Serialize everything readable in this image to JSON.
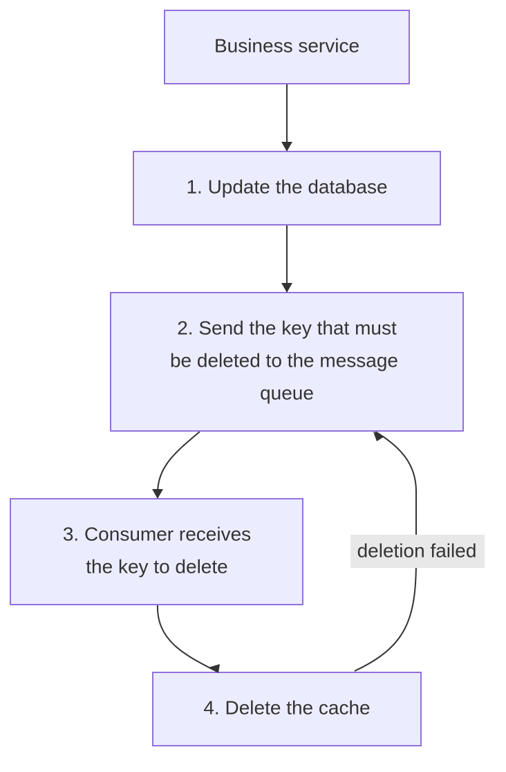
{
  "diagram": {
    "nodes": {
      "business_service": {
        "lines": [
          "Business service"
        ]
      },
      "update_db": {
        "lines": [
          "1. Update the database"
        ]
      },
      "send_key": {
        "lines": [
          "2. Send the key that must",
          "be deleted to the message",
          "queue"
        ]
      },
      "consumer": {
        "lines": [
          "3. Consumer receives",
          "the key to delete"
        ]
      },
      "delete_cache": {
        "lines": [
          "4. Delete the cache"
        ]
      }
    },
    "edges": {
      "deletion_failed_label": "deletion failed"
    },
    "colors": {
      "node_fill": "#ECECFF",
      "node_stroke": "#9370DB",
      "edge": "#333333",
      "label_bg": "#e8e8e8",
      "text": "#333333"
    }
  }
}
